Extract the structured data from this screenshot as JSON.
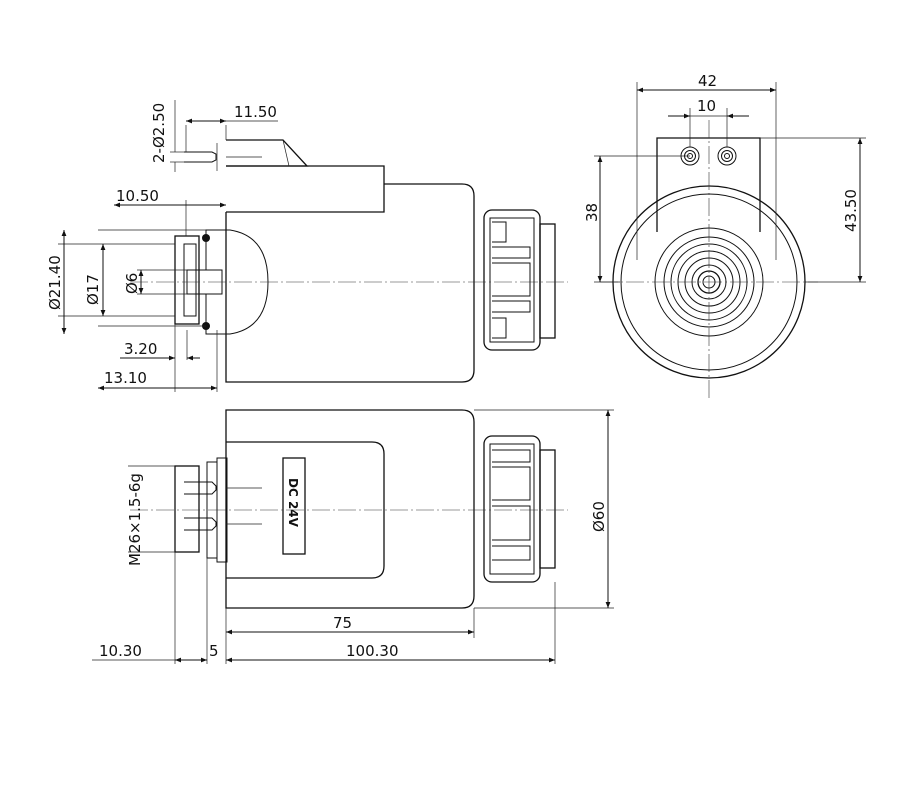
{
  "dimensions": {
    "pin_dia": "2-Ø2.50",
    "pin_len": "11.50",
    "front_10_50": "10.50",
    "dia_21_40": "Ø21.40",
    "dia_17": "Ø17",
    "dia_6": "Ø6",
    "d_3_20": "3.20",
    "d_13_10": "13.10",
    "w_42": "42",
    "w_10": "10",
    "h_38": "38",
    "h_43_50": "43.50",
    "thread": "M26×1.5-6g",
    "dia_60": "Ø60",
    "l_75": "75",
    "l_10_30": "10.30",
    "l_5": "5",
    "l_100_30": "100.30"
  },
  "label": {
    "voltage": "DC 24V"
  }
}
